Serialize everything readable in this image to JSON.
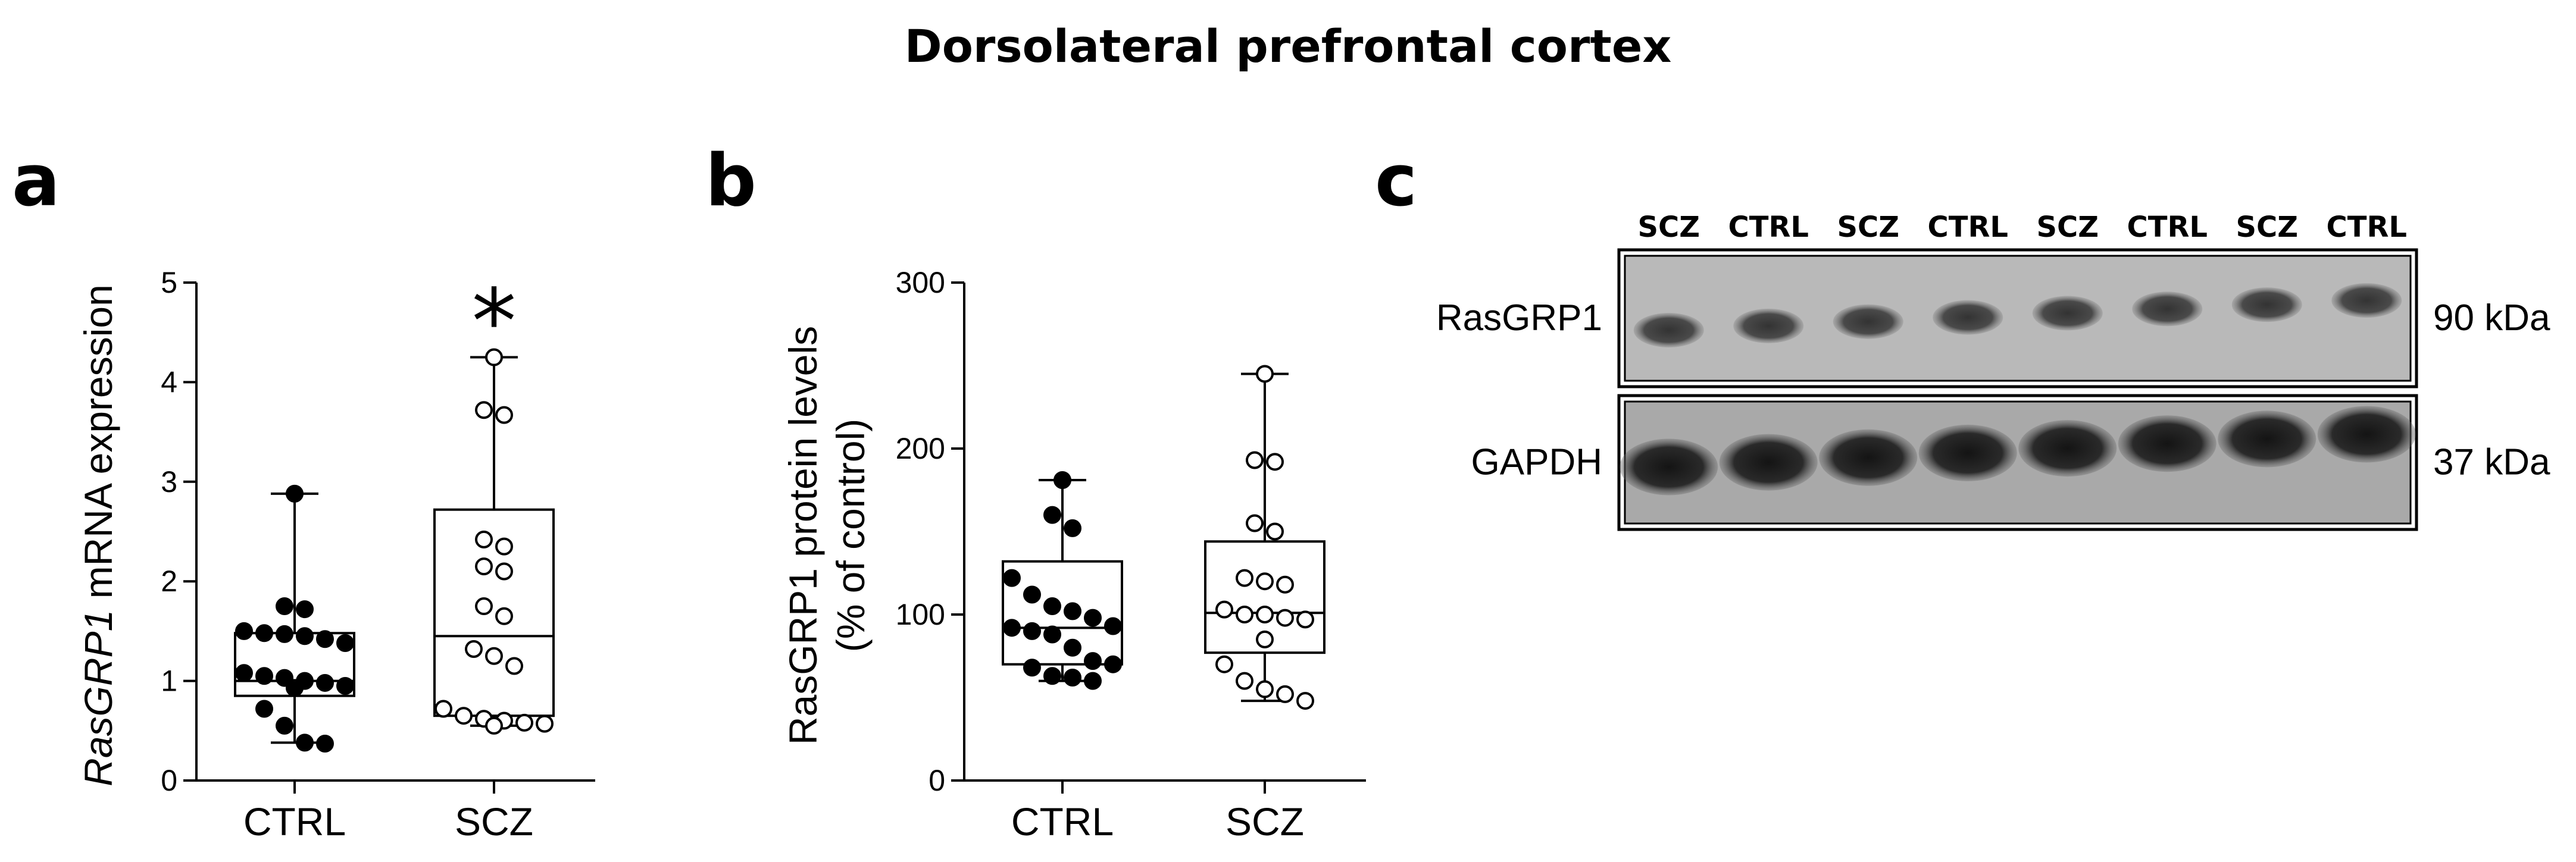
{
  "figure": {
    "title": "Dorsolateral prefrontal cortex"
  },
  "chart_data": [
    {
      "panel_label": "a",
      "type": "box",
      "ylabel_italic": "RasGRP1",
      "ylabel_rest": " mRNA expression",
      "ylim": [
        0,
        5
      ],
      "yticks": [
        "0",
        "1",
        "2",
        "3",
        "4",
        "5"
      ],
      "grid": false,
      "categories": [
        "CTRL",
        "SCZ"
      ],
      "series": [
        {
          "category": "CTRL",
          "fill": "filled",
          "box": {
            "min": 0.38,
            "q1": 0.85,
            "median": 1.0,
            "q3": 1.48,
            "max": 2.88
          },
          "points": [
            2.88,
            1.75,
            1.72,
            1.5,
            1.48,
            1.47,
            1.45,
            1.42,
            1.38,
            1.08,
            1.05,
            1.03,
            1.0,
            0.98,
            0.95,
            0.93,
            0.72,
            0.55,
            0.38,
            0.37
          ]
        },
        {
          "category": "SCZ",
          "fill": "open",
          "box": {
            "min": 0.55,
            "q1": 0.65,
            "median": 1.45,
            "q3": 2.72,
            "max": 4.25
          },
          "points": [
            4.25,
            3.72,
            3.67,
            2.42,
            2.35,
            2.15,
            2.1,
            1.75,
            1.65,
            1.32,
            1.25,
            1.15,
            0.72,
            0.65,
            0.6,
            0.57,
            0.55,
            0.58,
            0.62
          ],
          "annotation": "*"
        }
      ]
    },
    {
      "panel_label": "b",
      "type": "box",
      "ylabel_line1": "RasGRP1 protein levels",
      "ylabel_line2": "(% of control)",
      "ylim": [
        0,
        300
      ],
      "yticks": [
        "0",
        "100",
        "200",
        "300"
      ],
      "grid": false,
      "categories": [
        "CTRL",
        "SCZ"
      ],
      "series": [
        {
          "category": "CTRL",
          "fill": "filled",
          "box": {
            "min": 60,
            "q1": 70,
            "median": 92,
            "q3": 132,
            "max": 181
          },
          "points": [
            181,
            160,
            152,
            122,
            112,
            105,
            102,
            98,
            93,
            92,
            90,
            88,
            80,
            72,
            70,
            68,
            63,
            62,
            60
          ]
        },
        {
          "category": "SCZ",
          "fill": "open",
          "box": {
            "min": 48,
            "q1": 77,
            "median": 101,
            "q3": 144,
            "max": 245
          },
          "points": [
            245,
            193,
            192,
            155,
            150,
            122,
            120,
            118,
            103,
            100,
            100,
            98,
            97,
            85,
            70,
            60,
            55,
            52,
            48
          ]
        }
      ]
    }
  ],
  "western_blot": {
    "panel_label": "c",
    "lanes": [
      "SCZ",
      "CTRL",
      "SCZ",
      "CTRL",
      "SCZ",
      "CTRL",
      "SCZ",
      "CTRL"
    ],
    "bands": [
      {
        "name": "RasGRP1",
        "mw": "90 kDa"
      },
      {
        "name": "GAPDH",
        "mw": "37 kDa"
      }
    ]
  }
}
